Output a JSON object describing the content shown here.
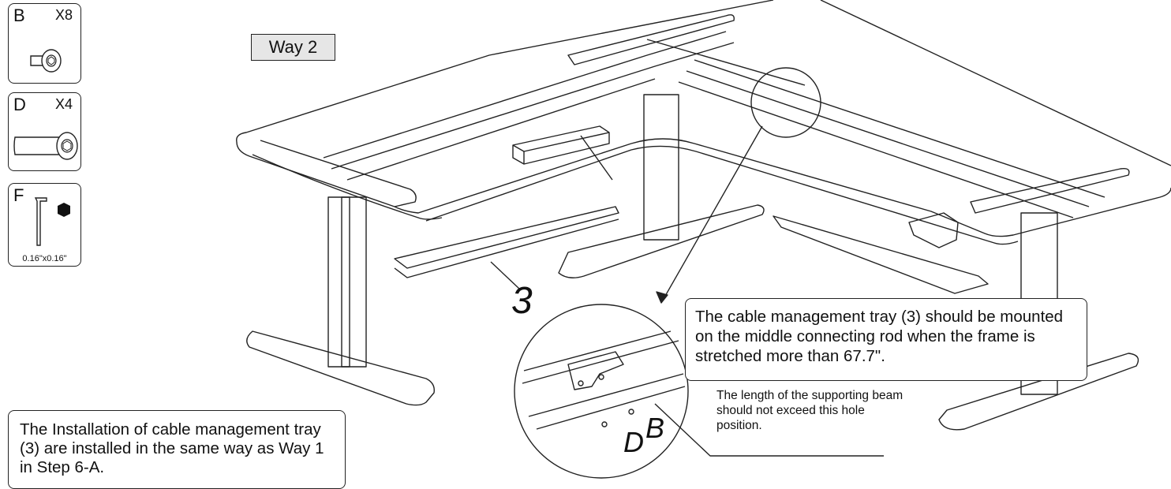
{
  "parts": [
    {
      "letter": "B",
      "qty": "X8",
      "icon": "short-bolt-icon"
    },
    {
      "letter": "D",
      "qty": "X4",
      "icon": "long-bolt-icon"
    },
    {
      "letter": "F",
      "qty": "",
      "size": "0.16\"x0.16\"",
      "icon": "allen-key-icon"
    }
  ],
  "way_label": "Way 2",
  "notes": {
    "main": "The cable management tray (3) should be mounted on the middle connecting rod when the frame is stretched more than 67.7\".",
    "supporting_beam": "The length of the supporting beam should not exceed this hole position.",
    "installation": "The Installation of cable management tray (3) are installed in the same way as Way 1 in Step 6-A."
  },
  "labels": {
    "part_number": "3",
    "bolt_b": "B",
    "bolt_d": "D"
  }
}
